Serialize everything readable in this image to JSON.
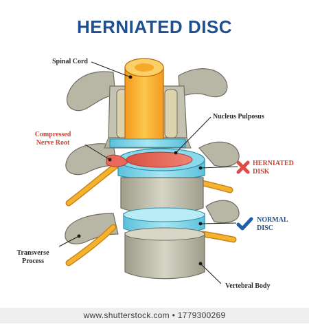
{
  "title": "HERNIATED DISC",
  "labels": {
    "spinal_cord": "Spinal Cord",
    "nucleus_pulposus": "Nucleus Pulposus",
    "compressed_1": "Compressed",
    "compressed_2": "Nerve Root",
    "herniated_1": "HERNIATED",
    "herniated_2": "DISK",
    "normal_1": "NORMAL",
    "normal_2": "DISC",
    "transverse_1": "Transverse",
    "transverse_2": "Process",
    "vertebral_body": "Vertebral Body"
  },
  "footer": "www.shutterstock.com • 1779300269",
  "colors": {
    "title": "#1f4f8f",
    "red_label": "#d2412e",
    "bone": "#c9c8b8",
    "disc_blue": "#7fd3e6",
    "herniated": "#e96a5a",
    "nerve": "#f5b22e",
    "spinal_cord": "#f7b733"
  },
  "icons": {
    "herniated_marker": "red-cross-icon",
    "normal_marker": "blue-check-icon"
  }
}
